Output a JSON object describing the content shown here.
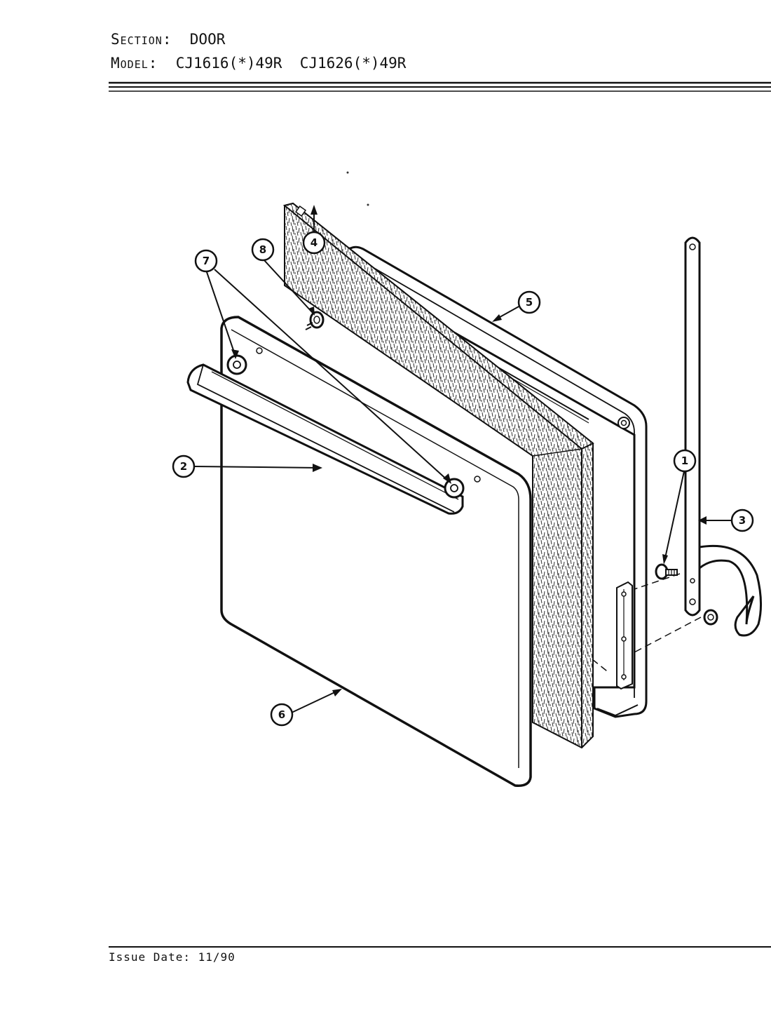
{
  "header": {
    "section_label": "Section:",
    "section_value": "DOOR",
    "model_label": "Model:",
    "model_value": "CJ1616(*)49R  CJ1626(*)49R"
  },
  "callouts": {
    "c1": "1",
    "c2": "2",
    "c3": "3",
    "c4": "4",
    "c5": "5",
    "c6": "6",
    "c7": "7",
    "c8": "8"
  },
  "footer": {
    "issue_label": "Issue Date:",
    "issue_value": "11/90"
  },
  "colors": {
    "ink": "#111111",
    "paper": "#ffffff"
  }
}
